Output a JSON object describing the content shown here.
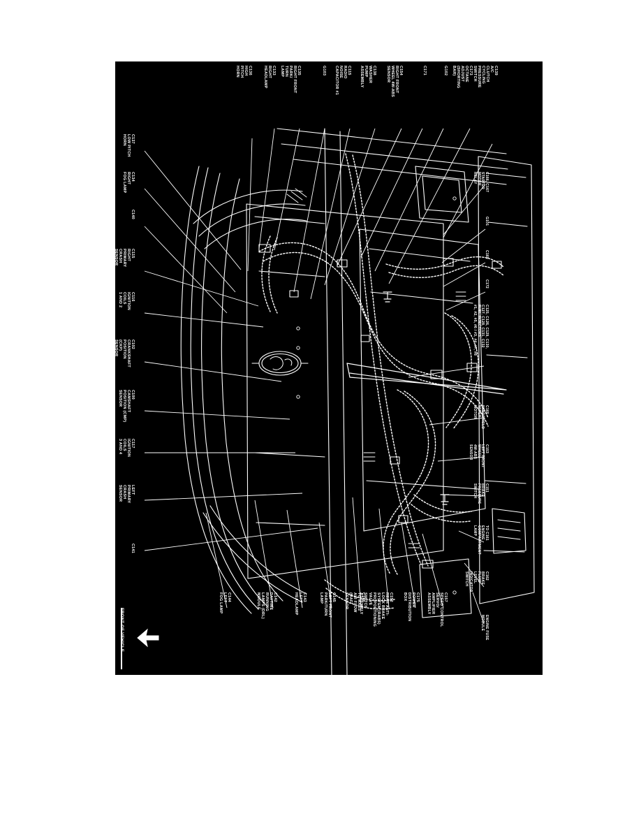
{
  "document": {
    "type": "wiring-harness-routing-diagram",
    "background_color": "#000000",
    "line_color": "#ffffff",
    "page_color": "#ffffff"
  },
  "orientation_marker": {
    "label": "FRONT OF VEHICLE",
    "icon": "left-arrow-icon"
  },
  "labels_top": [
    {
      "id": "C139",
      "text": "C139\nA/C\nCLUTCH\nCYCLING\nPRESSURE\nSWITCH"
    },
    {
      "id": "C173",
      "text": "C173\nOCTANE\nADJUST\n(SHORTING\nBAR)"
    },
    {
      "id": "G102",
      "text": "G102"
    },
    {
      "id": "C171",
      "text": "C171"
    },
    {
      "id": "C154",
      "text": "C154\nRIGHT FRONT\nWHEEL 4W-ABS\nSENSOR"
    },
    {
      "id": "C138",
      "text": "C138\nWASHER\nPUMP\nASSEMBLY"
    },
    {
      "id": "C115",
      "text": "C115\nRADIO\nNOISE\nCAPACITOR #1"
    },
    {
      "id": "G103",
      "text": "G103"
    },
    {
      "id": "C135",
      "text": "C135\nRIGHT FRONT\nPARK/\nTURN\nLAMP"
    },
    {
      "id": "C133",
      "text": "C133\nRIGHT\nHEADLAMP"
    },
    {
      "id": "C136",
      "text": "C136\nHIGH\nPITCH\nHORN"
    }
  ],
  "labels_left": [
    {
      "id": "C137",
      "text": "C137\nLOW PITCH\nHORN"
    },
    {
      "id": "C134",
      "text": "C134\nRIGHT\nFOG LAMP"
    },
    {
      "id": "C140",
      "text": "C140"
    },
    {
      "id": "C115R",
      "text": "C115\nRIGHT\nPRIMARY\nCRASH\nSENSOR"
    },
    {
      "id": "C116",
      "text": "C116\nIGNITION\nCOILS\n1 AND 2"
    },
    {
      "id": "C102",
      "text": "C102\nCRANKSHAFT\nPOSITION\n(CKP)\nSENSOR"
    },
    {
      "id": "C100",
      "text": "C100\nCAMSHAFT\nPOSITION (CMP)\nSENSOR"
    },
    {
      "id": "C117",
      "text": "C117\nIGNITION\nCOILS\n3 AND 4"
    },
    {
      "id": "CLPC",
      "text": "LEFT\nPRIMARY\nCRASH\nSENSOR"
    },
    {
      "id": "C141",
      "text": "C141"
    }
  ],
  "labels_right": [
    {
      "id": "C166",
      "text": "C166, C167\nSTARTER\nMOTOR\nRELAY"
    },
    {
      "id": "G101",
      "text": "G101"
    },
    {
      "id": "C169",
      "text": "C169"
    },
    {
      "id": "C172",
      "text": "C172"
    },
    {
      "id": "INJ",
      "text": "C125, C126, C129, C130,\nC127, C128, C131, C132\nFUEL INJECTORS\n#1, #2, #5, #6 / #3, #4, #7, #8"
    },
    {
      "id": "C165",
      "text": "C165\nWINDSHIELD\nWIPER\nMOTOR"
    },
    {
      "id": "C153",
      "text": "C153\nLEFT FRONT\nWHEEL\n4W-ABS\nSENSOR"
    },
    {
      "id": "C151",
      "text": "C151\nBRAKE\nPRESSURE\nSWITCH"
    },
    {
      "id": "C161",
      "text": "TO C161\nENGINE\nCOMPARTMENT\nLAMP"
    },
    {
      "id": "C162",
      "text": "C162\nBRAKE\nFLUID\nLEVEL\nINDICATOR\nSWITCH"
    },
    {
      "id": "EFM",
      "text": "ENGINE FUSE\nMODULE"
    }
  ],
  "labels_bottom": [
    {
      "id": "C157",
      "text": "C157\nSPEED CONTROL\nSERVO/\nAMPLIFIER\nASSEMBLY"
    },
    {
      "id": "C175",
      "text": "C175\nPOWER\nDISTRIBUTION\nBOX"
    },
    {
      "id": "C152",
      "text": "C152\nREAR ANTI-\nLOCK BRAKE\nSYSTEM (RABS)\nPROPORTIONING\nVALVE\nSWITCH\nASSEMBLY"
    },
    {
      "id": "C146",
      "text": "C146\nTO MASS\nAIR FLOW\n(MAF)\nSENSOR"
    },
    {
      "id": "C145",
      "text": "C145\nLEFT FRONT\nPARK/TURN\nLAMP"
    },
    {
      "id": "C143",
      "text": "C143\nLEFT\nHEADLAMP"
    },
    {
      "id": "C142",
      "text": "C142\nDAYTIME\nRUNNING\nLAMPS (DRL)\nMODULE"
    },
    {
      "id": "C144",
      "text": "C144\nLEFT\nFOG LAMP"
    }
  ],
  "artwork": {
    "brand_mark": "ford-oval-logo",
    "description": "engine-compartment-wiring-harness-routing"
  }
}
